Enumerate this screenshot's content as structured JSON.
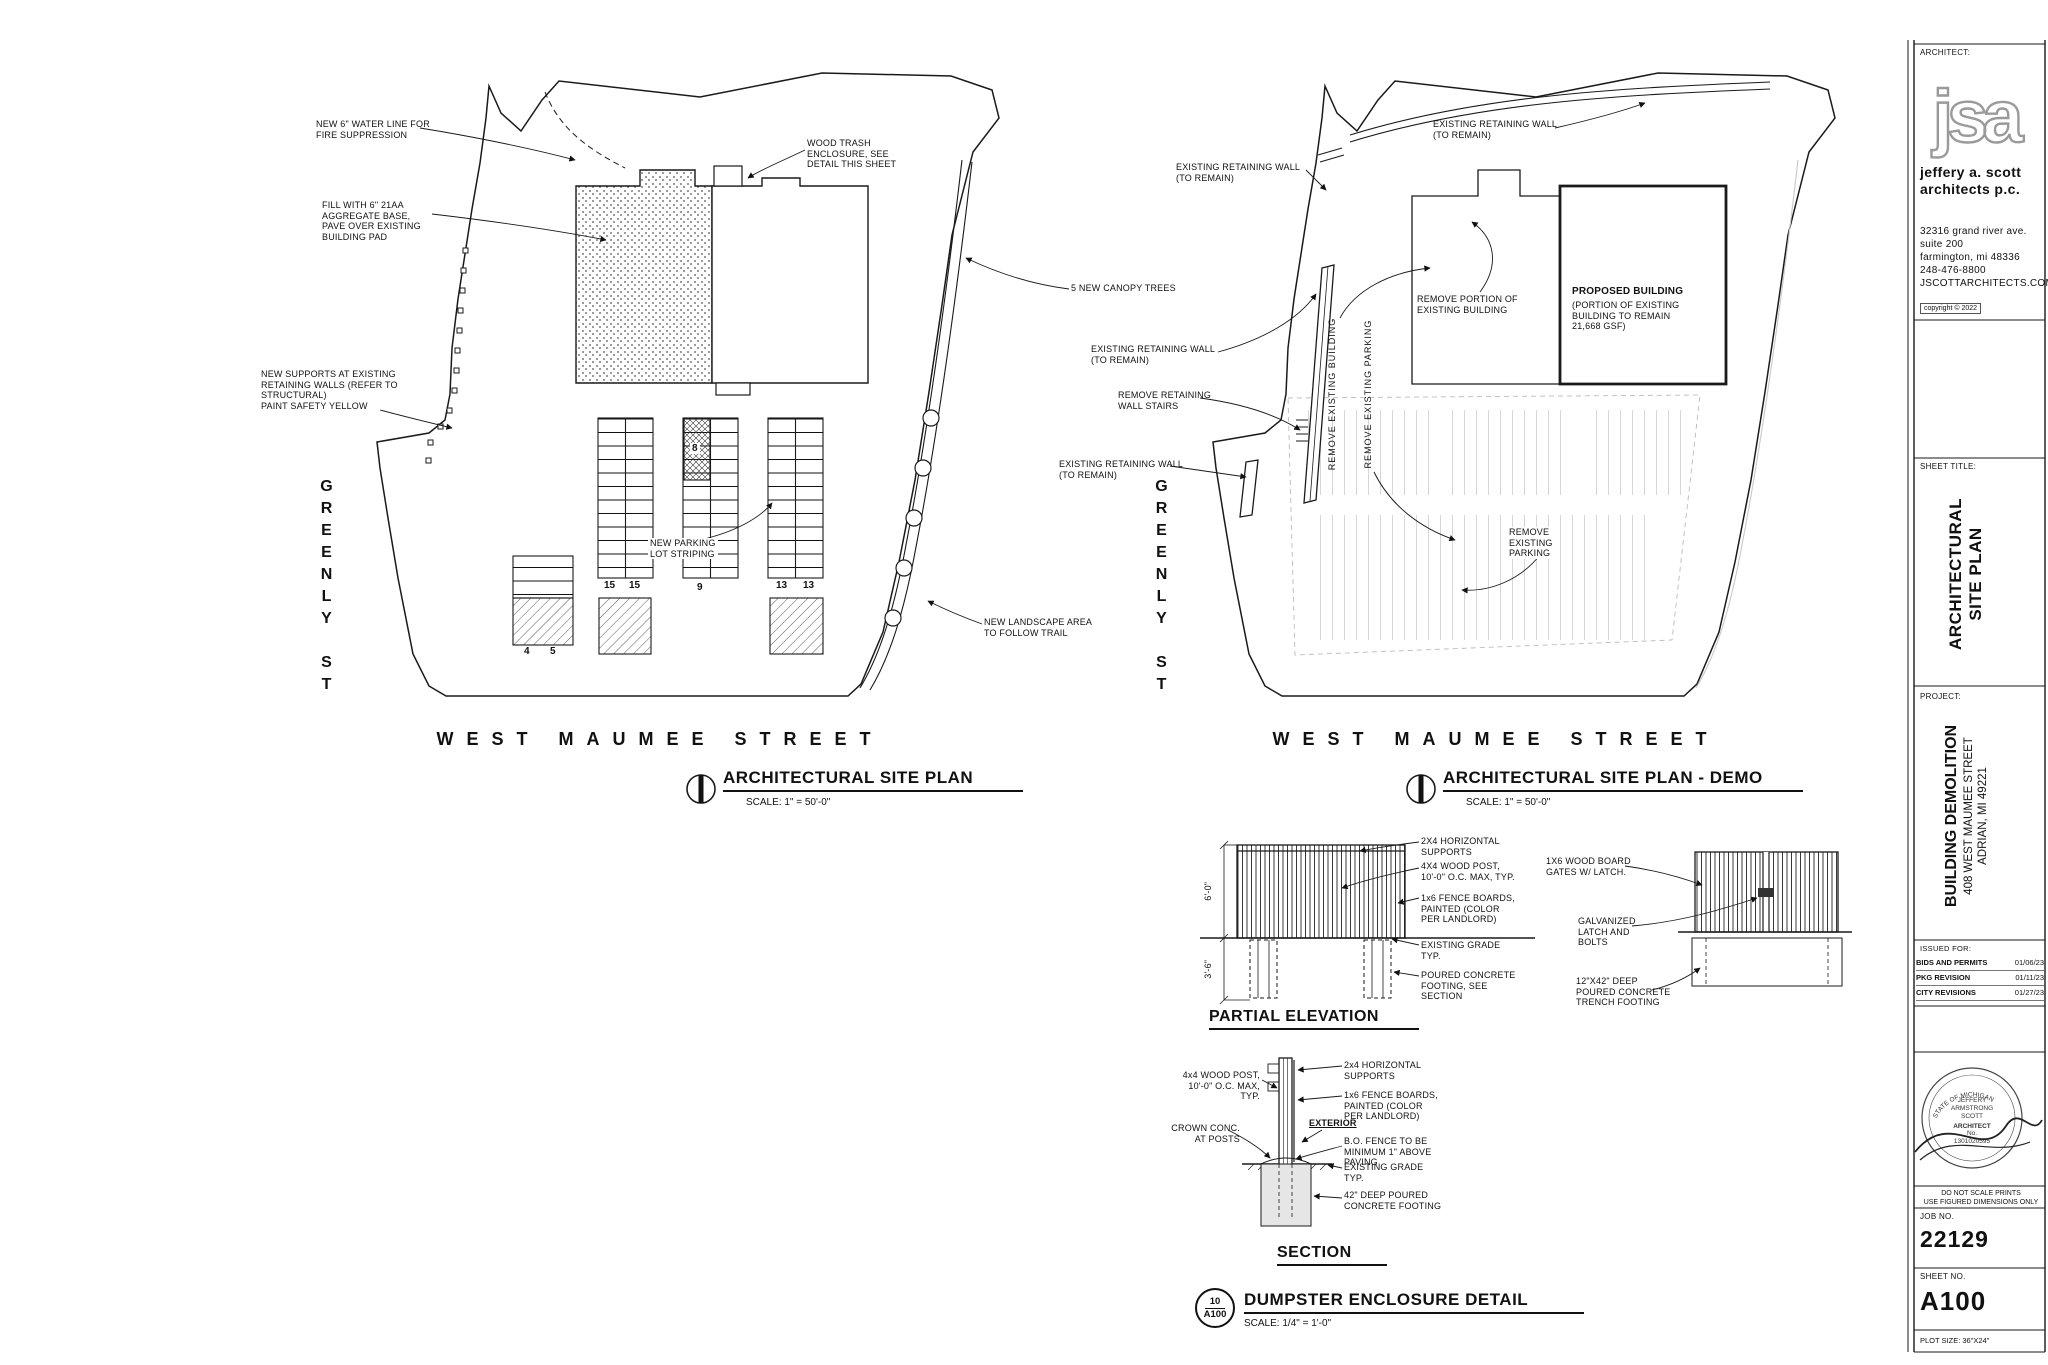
{
  "left": {
    "title": "ARCHITECTURAL SITE PLAN",
    "scale": "SCALE: 1\" = 50'-0\"",
    "street_bottom": "WEST MAUMEE STREET",
    "street_side": "GREENLY ST",
    "labels": {
      "water_line": "NEW 6\" WATER LINE FOR\nFIRE SUPPRESSION",
      "trash": "WOOD TRASH\nENCLOSURE, SEE\nDETAIL THIS SHEET",
      "fill": "FILL WITH 6\" 21AA\nAGGREGATE BASE,\nPAVE OVER EXISTING\nBUILDING PAD",
      "trees": "5 NEW CANOPY TREES",
      "supports": "NEW SUPPORTS AT EXISTING\nRETAINING WALLS (REFER TO\nSTRUCTURAL)\nPAINT SAFETY YELLOW",
      "striping": "NEW PARKING\nLOT STRIPING",
      "landscape": "NEW LANDSCAPE AREA\nTO FOLLOW TRAIL"
    },
    "counts": {
      "c1": "15",
      "c2": "15",
      "c3": "9",
      "c4": "13",
      "c5": "13",
      "c6": "4",
      "c7": "5",
      "c8": "8"
    }
  },
  "demo": {
    "title": "ARCHITECTURAL SITE PLAN - DEMO",
    "scale": "SCALE: 1\" = 50'-0\"",
    "street_bottom": "WEST MAUMEE STREET",
    "street_side": "GREENLY ST",
    "labels": {
      "rw_top": "EXISTING RETAINING WALL\n(TO REMAIN)",
      "rw_upper_left": "EXISTING RETAINING WALL\n(TO REMAIN)",
      "remove_portion": "REMOVE PORTION OF\nEXISTING BUILDING",
      "proposed_title": "PROPOSED BUILDING",
      "proposed_sub": "(PORTION OF EXISTING\nBUILDING TO REMAIN\n21,668 GSF)",
      "rw_left": "EXISTING RETAINING WALL\n(TO REMAIN)",
      "remove_stairs": "REMOVE RETAINING\nWALL STAIRS",
      "rw_lower_left": "EXISTING RETAINING WALL\n(TO REMAIN)",
      "remove_building": "REMOVE EXISTING BUILDING",
      "remove_parking_v": "REMOVE EXISTING PARKING",
      "remove_parking": "REMOVE\nEXISTING\nPARKING"
    }
  },
  "elev": {
    "title": "PARTIAL ELEVATION",
    "dim_height": "6'-0\"",
    "dim_depth": "3'-6\"",
    "labels": {
      "supports": "2X4 HORIZONTAL\nSUPPORTS",
      "post": "4X4 WOOD POST,\n10'-0\" O.C. MAX, TYP.",
      "boards": "1x6 FENCE BOARDS,\nPAINTED (COLOR\nPER LANDLORD)",
      "grade": "EXISTING GRADE\nTYP.",
      "footing": "POURED CONCRETE\nFOOTING, SEE\nSECTION",
      "gates": "1X6 WOOD BOARD\nGATES W/ LATCH.",
      "latch": "GALVANIZED\nLATCH AND\nBOLTS",
      "trench": "12\"X42\" DEEP\nPOURED CONCRETE\nTRENCH FOOTING"
    }
  },
  "sect": {
    "title": "SECTION",
    "labels": {
      "post": "4x4 WOOD POST,\n10'-0\" O.C. MAX,\nTYP.",
      "crown": "CROWN CONC.\nAT POSTS",
      "supports": "2x4 HORIZONTAL\nSUPPORTS",
      "boards": "1x6 FENCE BOARDS,\nPAINTED (COLOR\nPER LANDLORD)",
      "exterior": "EXTERIOR",
      "bo_fence": "B.O. FENCE TO BE\nMINIMUM 1\" ABOVE\nPAVING",
      "grade": "EXISTING GRADE\nTYP.",
      "footing": "42\" DEEP POURED\nCONCRETE FOOTING"
    }
  },
  "detail": {
    "bubble_no": "10",
    "bubble_sheet": "A100",
    "title": "DUMPSTER ENCLOSURE DETAIL",
    "scale": "SCALE: 1/4\" = 1'-0\""
  },
  "tb": {
    "architect_label": "ARCHITECT:",
    "logo": "jsa",
    "firm_1": "jeffery a. scott",
    "firm_2": "architects p.c.",
    "addr_1": "32316 grand river ave.",
    "addr_2": "suite 200",
    "addr_3": "farmington, mi 48336",
    "addr_4": "248-476-8800",
    "addr_5": "JSCOTTARCHITECTS.COM",
    "copyright": "copyright © 2022",
    "sheet_title_label": "SHEET TITLE:",
    "sheet_title_1": "ARCHITECTURAL",
    "sheet_title_2": "SITE PLAN",
    "project_label": "PROJECT:",
    "project_name": "BUILDING DEMOLITION",
    "project_addr_1": "408 WEST MAUMEE STREET",
    "project_addr_2": "ADRIAN, MI 49221",
    "issued_label": "ISSUED FOR:",
    "issued": [
      {
        "name": "BIDS AND PERMITS",
        "date": "01/06/23"
      },
      {
        "name": "PKG REVISION",
        "date": "01/11/23"
      },
      {
        "name": "CITY REVISIONS",
        "date": "01/27/23"
      }
    ],
    "seal_top": "STATE OF MICHIGAN",
    "seal_name_1": "JEFFERY",
    "seal_name_2": "ARMSTRONG",
    "seal_name_3": "SCOTT",
    "seal_title": "ARCHITECT",
    "seal_no_label": "No.",
    "seal_no": "1301020595",
    "note_1": "DO NOT SCALE PRINTS",
    "note_2": "USE FIGURED DIMENSIONS ONLY",
    "job_label": "JOB NO.",
    "job_no": "22129",
    "sheet_label": "SHEET NO.",
    "sheet_no": "A100",
    "plot": "PLOT SIZE: 36\"X24\""
  }
}
